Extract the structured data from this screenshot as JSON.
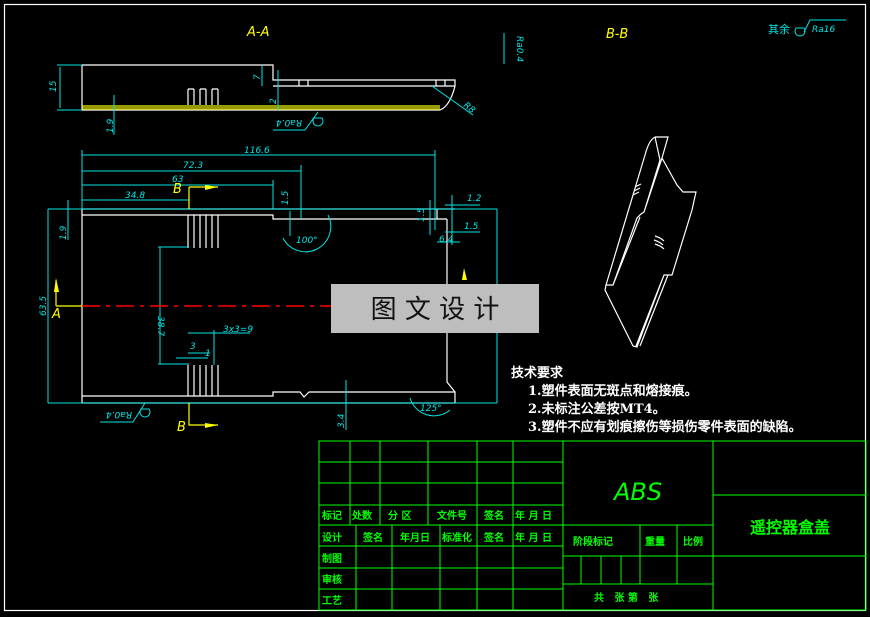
{
  "views": {
    "section_a": "A-A",
    "section_b": "B-B",
    "cut_a": "A",
    "cut_b": "B"
  },
  "roughness": {
    "general_prefix": "其余",
    "general_value": "Ra16",
    "local": "Ra0.4"
  },
  "dimensions": {
    "d15_height": "15",
    "d7": "7",
    "d2": "2",
    "d19_thick": "1.9",
    "r8": "R8",
    "d116_6": "116.6",
    "d72_3": "72.3",
    "d63": "63",
    "d34_8": "34.8",
    "d1_5a": "1.5",
    "d100deg": "100°",
    "d1_2": "1.2",
    "d1_5b": "1.5",
    "d1_5c": "1.5",
    "d6_4": "6.4",
    "d1_9": "1.9",
    "d63_5": "63.5",
    "d38_7": "38.7",
    "d3x3": "3x3=9",
    "d3": "3",
    "d1": "1",
    "d3_4": "3.4",
    "d125deg": "125°"
  },
  "watermark": "图 文 设 计",
  "tech_requirements": {
    "title": "技术要求",
    "items": [
      "1.塑件表面无斑点和熔接痕。",
      "2.未标注公差按MT4。",
      "3.塑件不应有划痕擦伤等损伤零件表面的缺陷。"
    ]
  },
  "title_block": {
    "material": "ABS",
    "part_name": "遥控器盒盖",
    "row_headers_1": [
      "标记",
      "处数",
      "分 区",
      "文件号",
      "签名",
      "年 月 日"
    ],
    "row_headers_2": [
      "设计",
      "签名",
      "年月日",
      "标准化",
      "签名",
      "年 月 日"
    ],
    "roles": [
      "制图",
      "审核",
      "工艺"
    ],
    "stage_mark": "阶段标记",
    "weight": "重量",
    "scale": "比例",
    "sheets": "共   张 第   张"
  },
  "colors": {
    "outline": "#ffffff",
    "dimension": "#00e5e5",
    "section": "#ffff00",
    "title_block": "#00ff00",
    "centerline": "#ff0000"
  }
}
